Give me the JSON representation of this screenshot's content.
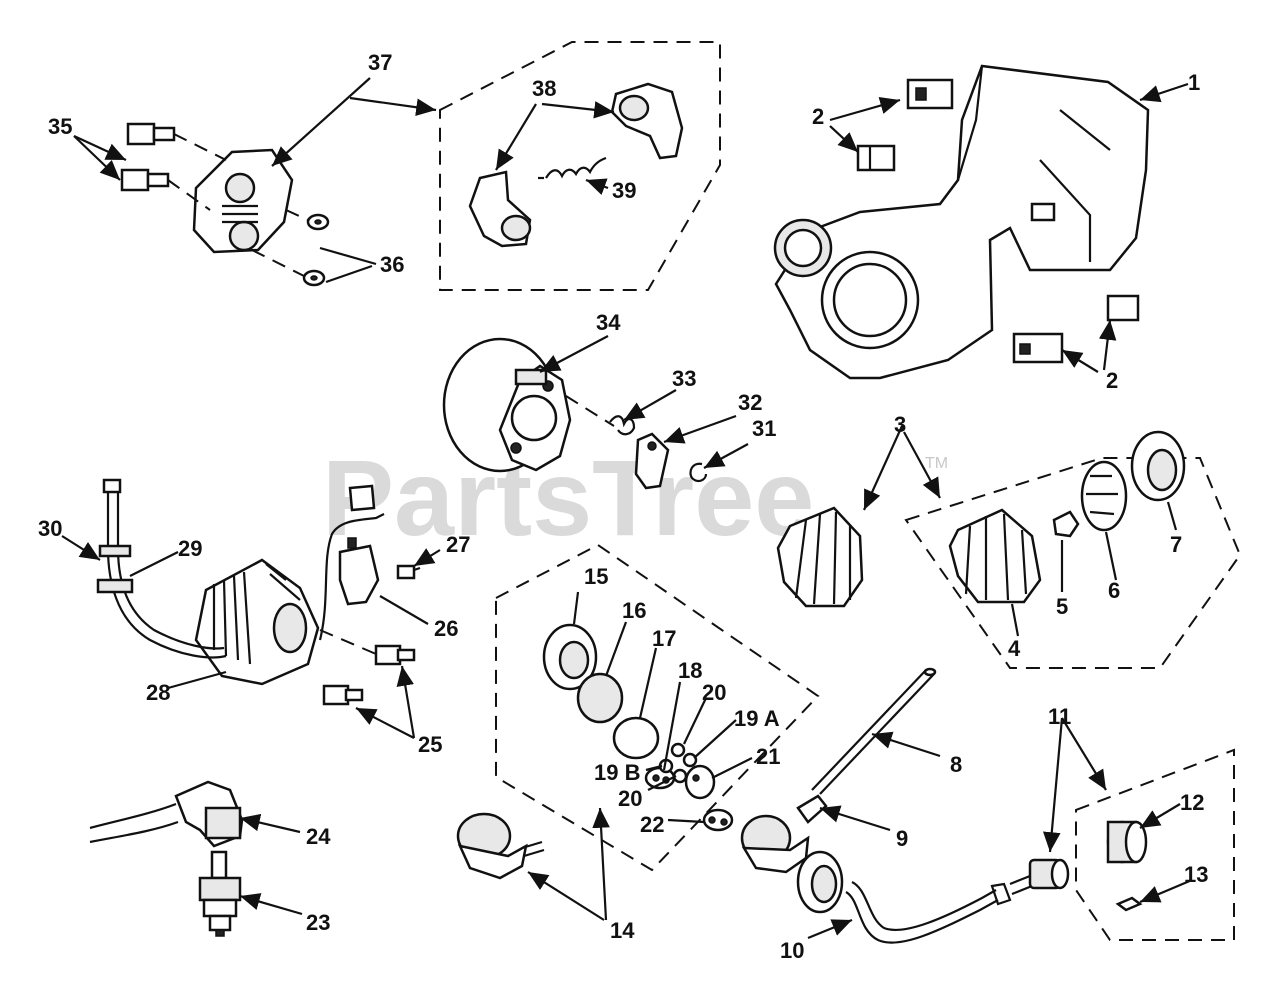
{
  "watermark": {
    "text": "PartsTree",
    "tm": "TM"
  },
  "labels": {
    "l1": "1",
    "l2a": "2",
    "l2b": "2",
    "l3": "3",
    "l4": "4",
    "l5": "5",
    "l6": "6",
    "l7": "7",
    "l8": "8",
    "l9": "9",
    "l10": "10",
    "l11": "11",
    "l12": "12",
    "l13": "13",
    "l14": "14",
    "l15": "15",
    "l16": "16",
    "l17": "17",
    "l18": "18",
    "l19a": "19 A",
    "l19b": "19 B",
    "l20a": "20",
    "l20b": "20",
    "l21": "21",
    "l22": "22",
    "l23": "23",
    "l24": "24",
    "l25": "25",
    "l26": "26",
    "l27": "27",
    "l28": "28",
    "l29": "29",
    "l30": "30",
    "l31": "31",
    "l32": "32",
    "l33": "33",
    "l34": "34",
    "l35": "35",
    "l36": "36",
    "l37": "37",
    "l38": "38",
    "l39": "39"
  }
}
